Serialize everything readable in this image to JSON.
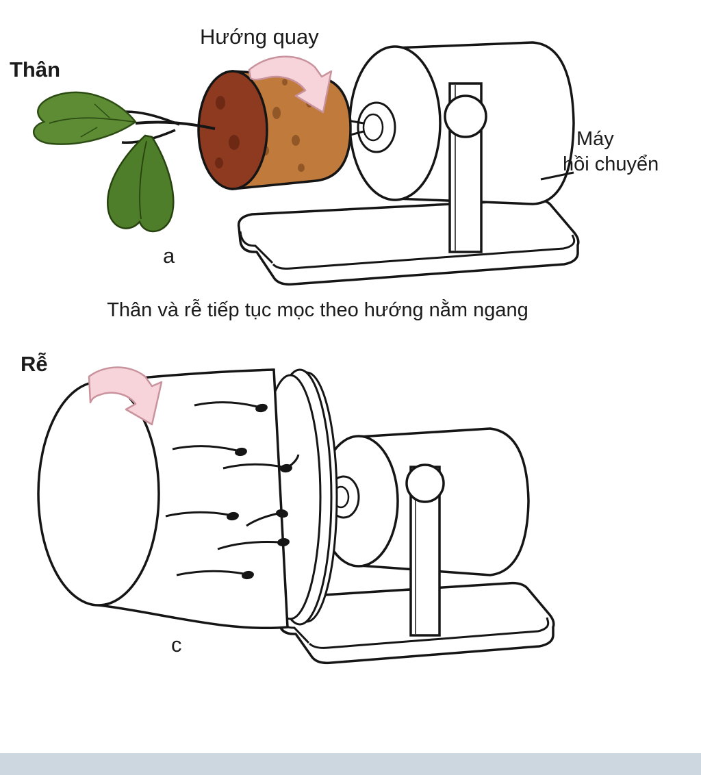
{
  "page": {
    "footer_bar_color": "#ccd7df"
  },
  "figure_a": {
    "label_rotation": "Hướng quay",
    "label_stem": "Thân",
    "label_machine_line1": "Máy",
    "label_machine_line2": "hồi chuyển",
    "panel_letter": "a",
    "cork_body_color": "#bf7a3c",
    "cork_face_color": "#8e3a20",
    "leaf_color_upper": "#5d8c34",
    "leaf_color_lower": "#4e7e29",
    "arrow_color": "#f7d3da"
  },
  "caption": "Thân và rễ tiếp tục mọc theo hướng nằm ngang",
  "figure_c": {
    "label_root": "Rễ",
    "panel_letter": "c",
    "arrow_color": "#f7d3da"
  }
}
